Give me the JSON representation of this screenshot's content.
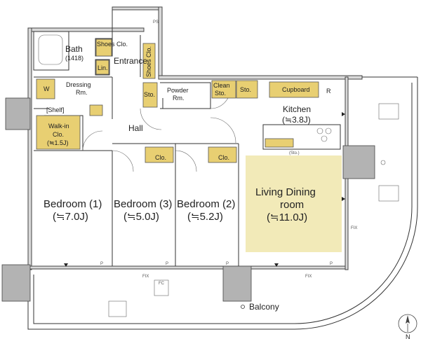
{
  "rooms": {
    "bath": "Bath",
    "bath_size": "(1418)",
    "shoes_clo_1": "Shoes Clo.",
    "entrance": "Entrance",
    "shoes_clo_2": "Shoes Clo.",
    "lin": "Lin.",
    "w": "W",
    "dressing_1": "Dressing",
    "dressing_2": "Rm.",
    "sto_entrance": "Sto.",
    "powder_1": "Powder",
    "powder_2": "Rm.",
    "clean_sto_1": "Clean",
    "clean_sto_2": "Sto.",
    "sto_kitchen": "Sto.",
    "cupboard": "Cupboard",
    "r": "R",
    "kitchen": "Kitchen",
    "kitchen_size": "(≒3.8J)",
    "shelf": "[Shelf]",
    "walkin_1": "Walk-in",
    "walkin_2": "Clo.",
    "walkin_size": "(≒1.5J)",
    "hall": "Hall",
    "clo_3": "Clo.",
    "clo_2": "Clo.",
    "sto_counter": "(Sto.)",
    "bedroom1": "Bedroom (1)",
    "bedroom1_size": "(≒7.0J)",
    "bedroom3": "Bedroom (3)",
    "bedroom3_size": "(≒5.0J)",
    "bedroom2": "Bedroom (2)",
    "bedroom2_size": "(≒5.2J)",
    "ldk_1": "Living Dining",
    "ldk_2": "room",
    "ldk_size": "(≒11.0J)",
    "balcony": "Balcony",
    "ps": "PS",
    "fc": "FC",
    "p": "P",
    "fix": "FIX",
    "north": "N"
  },
  "colors": {
    "storage": "#e8cf72",
    "ldk_highlight": "#f2eab8",
    "column": "#b3b3b3"
  }
}
